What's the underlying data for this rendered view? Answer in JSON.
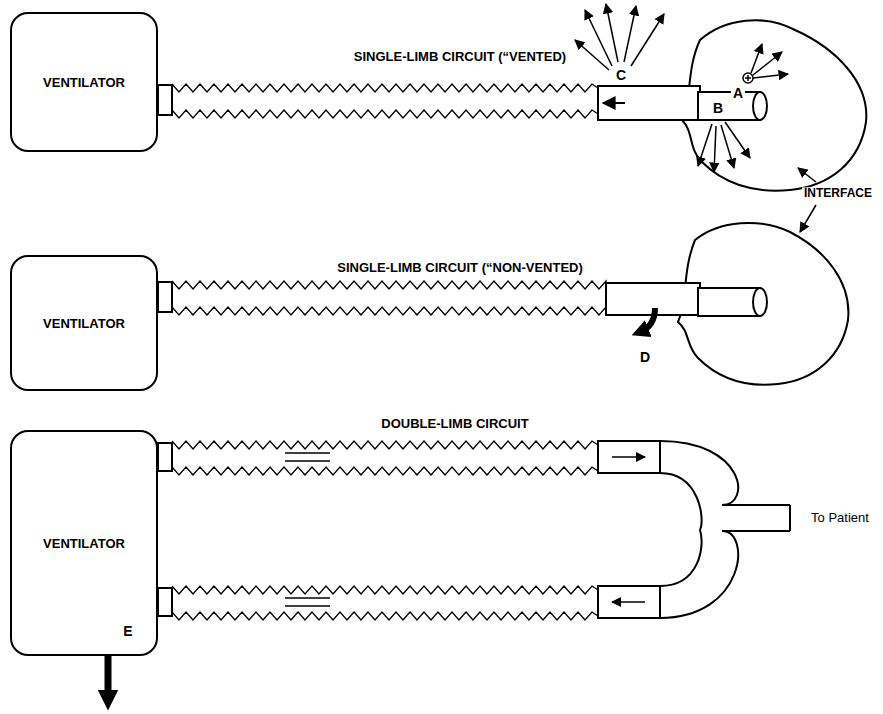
{
  "diagram": {
    "nodes": [
      {
        "text": [
          "VENTILATOR"
        ]
      },
      {
        "text": [
          "VENTILATOR"
        ]
      },
      {
        "text": [
          "VENTILATOR"
        ]
      }
    ],
    "labels": [
      "SINGLE-LIMB CIRCUIT (“VENTED)",
      "C",
      "A",
      "B",
      "INTERFACE",
      "SINGLE-LIMB CIRCUIT (“NON-VENTED)",
      "D",
      "DOUBLE-LIMB CIRCUIT",
      "To Patient",
      "E"
    ]
  }
}
